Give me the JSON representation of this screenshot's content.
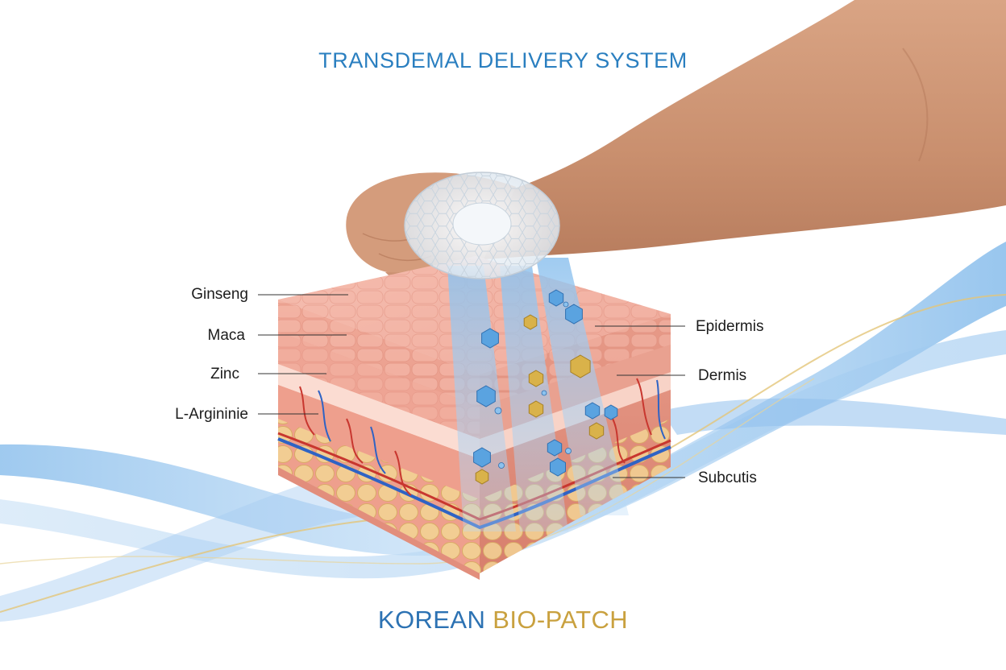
{
  "title": "TRANSDEMAL DELIVERY SYSTEM",
  "ingredients": [
    {
      "label": "Ginseng"
    },
    {
      "label": "Maca"
    },
    {
      "label": "Zinc"
    },
    {
      "label": "L-Argininie"
    }
  ],
  "layers": [
    {
      "label": "Epidermis"
    },
    {
      "label": "Dermis"
    },
    {
      "label": "Subcutis"
    }
  ],
  "brand": {
    "word1": "KOREAN",
    "word2": "BIO-PATCH"
  },
  "colors": {
    "title": "#2a7fc0",
    "brand_blue": "#2c72b3",
    "brand_gold": "#c9a13f",
    "skin": "#f2b3a6",
    "vein": "#2f63c4",
    "artery": "#c8372f",
    "molecule_blue": "#5aa3e0",
    "molecule_gold": "#d9b24a"
  }
}
